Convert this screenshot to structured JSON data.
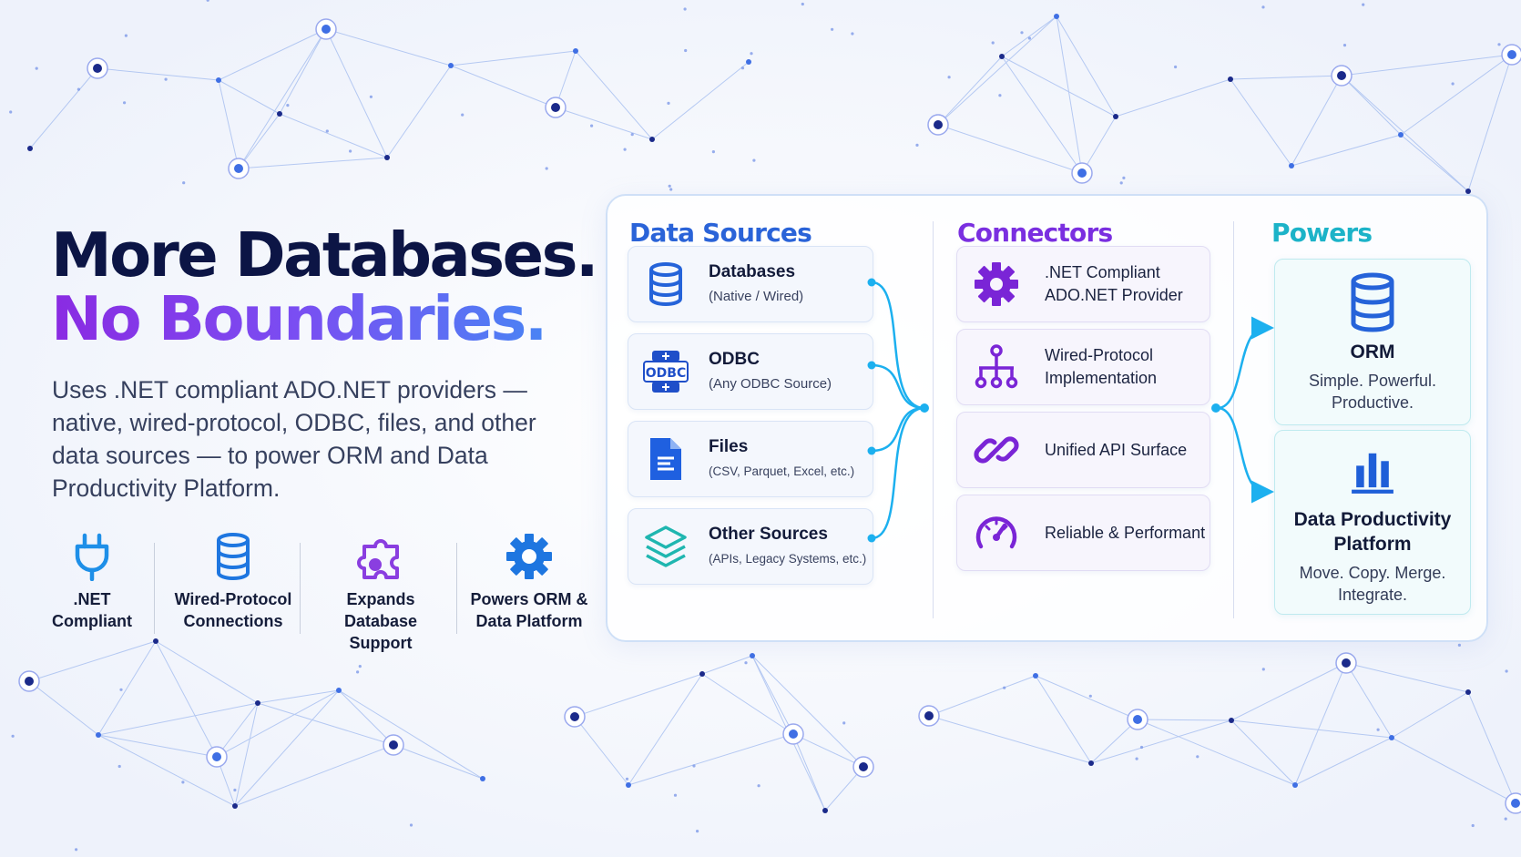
{
  "headline": {
    "line1": "More Databases.",
    "line2": "No Boundaries."
  },
  "description": "Uses .NET compliant ADO.NET providers — native, wired-protocol, ODBC, files, and other data sources — to power ORM and Data Productivity Platform.",
  "features": [
    {
      "line1": ".NET",
      "line2": "Compliant",
      "icon": "plug-icon"
    },
    {
      "line1": "Wired-Protocol",
      "line2": "Connections",
      "icon": "database-icon"
    },
    {
      "line1": "Expands",
      "line2": "Database Support",
      "icon": "puzzle-icon"
    },
    {
      "line1": "Powers ORM &",
      "line2": "Data Platform",
      "icon": "gear-icon"
    }
  ],
  "diagram": {
    "sources_title": "Data Sources",
    "connectors_title": "Connectors",
    "powers_title": "Powers",
    "sources": [
      {
        "title": "Databases",
        "sub": "(Native / Wired)",
        "icon": "database-icon"
      },
      {
        "title": "ODBC",
        "sub": "(Any ODBC Source)",
        "icon": "odbc-icon",
        "icon_text": "ODBC"
      },
      {
        "title": "Files",
        "sub": "(CSV, Parquet, Excel, etc.)",
        "icon": "file-icon"
      },
      {
        "title": "Other Sources",
        "sub": "(APIs, Legacy Systems, etc.)",
        "icon": "layers-icon"
      }
    ],
    "connectors": [
      {
        "line1": ".NET Compliant",
        "line2": "ADO.NET Provider",
        "icon": "gear-icon"
      },
      {
        "line1": "Wired-Protocol",
        "line2": "Implementation",
        "icon": "network-icon"
      },
      {
        "line1": "Unified API Surface",
        "line2": "",
        "icon": "link-icon"
      },
      {
        "line1": "Reliable & Performant",
        "line2": "",
        "icon": "speedometer-icon"
      }
    ],
    "powers": [
      {
        "title": "ORM",
        "sub1": "Simple. Powerful.",
        "sub2": "Productive.",
        "icon": "database-icon"
      },
      {
        "title1": "Data Productivity",
        "title2": "Platform",
        "sub1": "Move. Copy. Merge.",
        "sub2": "Integrate.",
        "icon": "bar-chart-icon"
      }
    ]
  },
  "colors": {
    "navy": "#0c1545",
    "blue": "#2a63d8",
    "purple": "#7a2fe0",
    "cyan": "#1cb3c8",
    "flow": "#1cb0ef"
  }
}
